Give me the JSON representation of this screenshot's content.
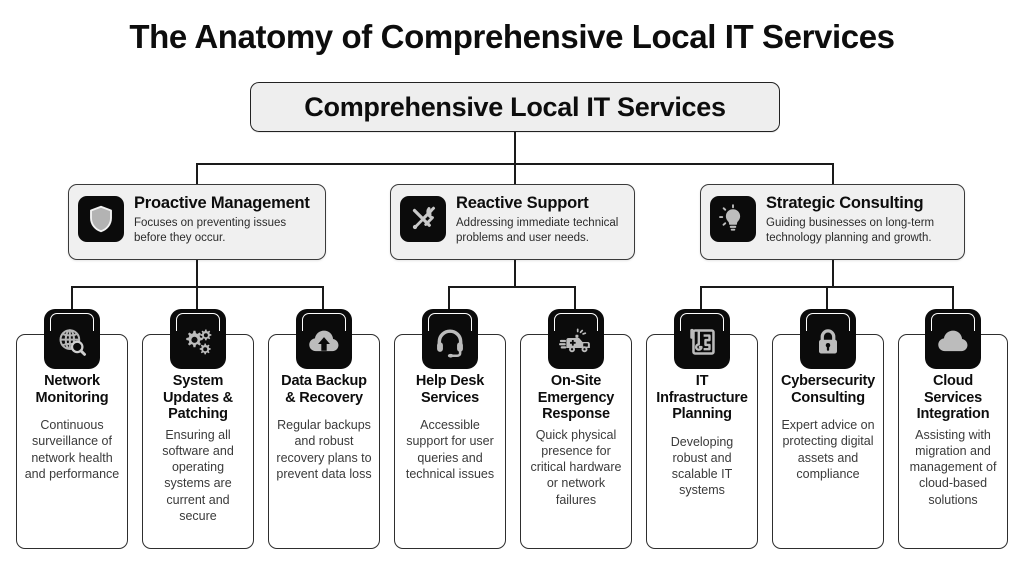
{
  "title": "The Anatomy of Comprehensive Local IT Services",
  "root": {
    "label": "Comprehensive Local IT Services"
  },
  "colors": {
    "background": "#ffffff",
    "root_fill": "#eeeeee",
    "branch_fill": "#f0f0f0",
    "leaf_fill": "#ffffff",
    "icon_badge": "#0b0b0b",
    "icon_glyph": "#b0b0b0",
    "border": "#2e2e2e",
    "text": "#0d0d0d",
    "muted_text": "#3a3a3a",
    "connector": "#1a1a1a"
  },
  "branches": [
    {
      "id": "proactive-management",
      "title": "Proactive Management",
      "desc": "Focuses on preventing issues before they occur.",
      "icon": "shield-icon"
    },
    {
      "id": "reactive-support",
      "title": "Reactive Support",
      "desc": "Addressing immediate technical problems and user needs.",
      "icon": "tools-icon"
    },
    {
      "id": "strategic-consulting",
      "title": "Strategic Consulting",
      "desc": "Guiding businesses on long-term technology planning and growth.",
      "icon": "lightbulb-icon"
    }
  ],
  "leaves": [
    {
      "id": "network-monitoring",
      "title": "Network Monitoring",
      "desc": "Continuous surveillance of network health and performance",
      "icon": "globe-search-icon",
      "parent": "proactive-management"
    },
    {
      "id": "system-updates-patching",
      "title": "System Updates & Patching",
      "desc": "Ensuring all software and operating systems are current and secure",
      "icon": "gears-icon",
      "parent": "proactive-management"
    },
    {
      "id": "data-backup-recovery",
      "title": "Data Backup & Recovery",
      "desc": "Regular backups and robust recovery plans to prevent data loss",
      "icon": "cloud-upload-icon",
      "parent": "proactive-management"
    },
    {
      "id": "help-desk-services",
      "title": "Help Desk Services",
      "desc": "Accessible support for user queries and technical issues",
      "icon": "headset-icon",
      "parent": "reactive-support"
    },
    {
      "id": "onsite-emergency-response",
      "title": "On-Site Emergency Response",
      "desc": "Quick physical presence for critical hardware or network failures",
      "icon": "ambulance-icon",
      "parent": "reactive-support"
    },
    {
      "id": "it-infrastructure-planning",
      "title": "IT Infrastructure Planning",
      "desc": "Developing robust and scalable IT systems",
      "icon": "blueprint-icon",
      "parent": "strategic-consulting"
    },
    {
      "id": "cybersecurity-consulting",
      "title": "Cybersecurity Consulting",
      "desc": "Expert advice on protecting digital assets and compliance",
      "icon": "lock-icon",
      "parent": "strategic-consulting"
    },
    {
      "id": "cloud-services-integration",
      "title": "Cloud Services Integration",
      "desc": "Assisting with migration and management of cloud-based solutions",
      "icon": "cloud-icon",
      "parent": "strategic-consulting"
    }
  ]
}
